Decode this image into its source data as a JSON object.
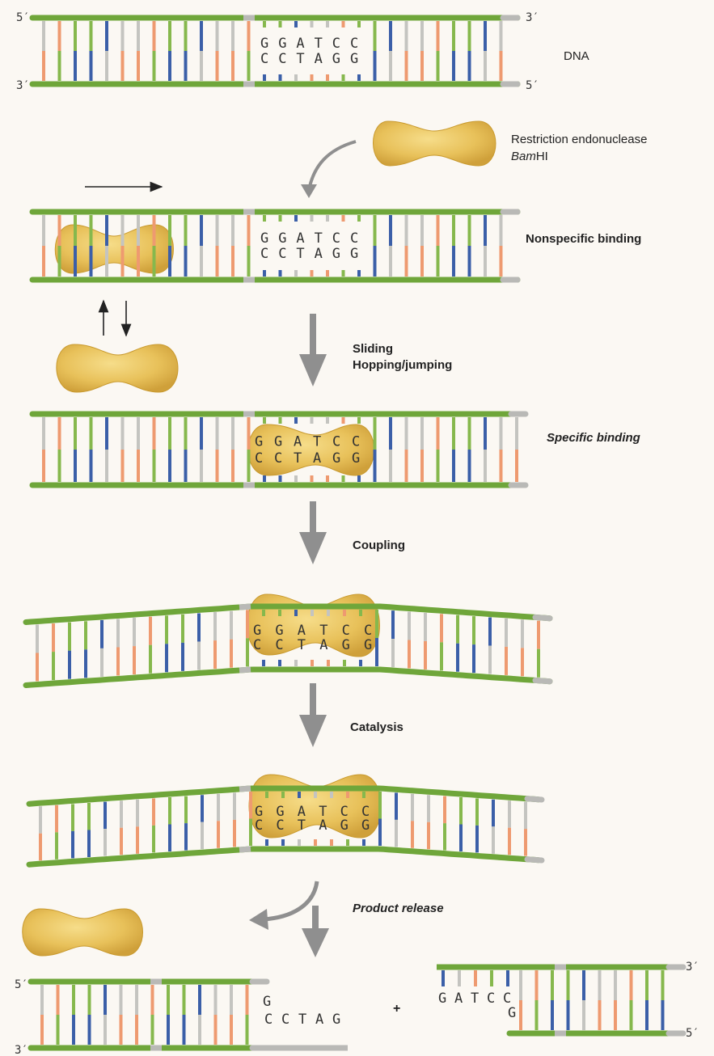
{
  "labels": {
    "dna": "DNA",
    "enzyme_line1": "Restriction endonuclease",
    "enzyme_line2_italic": "Bam",
    "enzyme_line2_roman": "HI",
    "nonspecific": "Nonspecific binding",
    "sliding": "Sliding",
    "hopping": "Hopping/jumping",
    "specific": "Specific binding",
    "coupling": "Coupling",
    "catalysis": "Catalysis",
    "product_release": "Product release",
    "plus": "+"
  },
  "ends": {
    "five_prime": "5′",
    "three_prime": "3′"
  },
  "site": {
    "top": [
      "G",
      "G",
      "A",
      "T",
      "C",
      "C"
    ],
    "bottom": [
      "C",
      "C",
      "T",
      "A",
      "G",
      "G"
    ]
  },
  "products": {
    "left_top_overhang": "G",
    "left_bottom": [
      "C",
      "C",
      "T",
      "A",
      "G"
    ],
    "right_top": [
      "G",
      "A",
      "T",
      "C",
      "C"
    ],
    "right_bottom_overhang": "G"
  },
  "colors": {
    "backbone_green": "#6fa63a",
    "backbone_gray": "#b9b9b6",
    "base_blue": "#3b5fa8",
    "base_green": "#86b84d",
    "base_orange": "#ee9a70",
    "base_gray": "#c4c4c0",
    "enzyme": "#e8c15a",
    "enzyme_dark": "#c99a2e",
    "arrow_gray": "#8f8f8f",
    "background": "#fbf8f3"
  }
}
